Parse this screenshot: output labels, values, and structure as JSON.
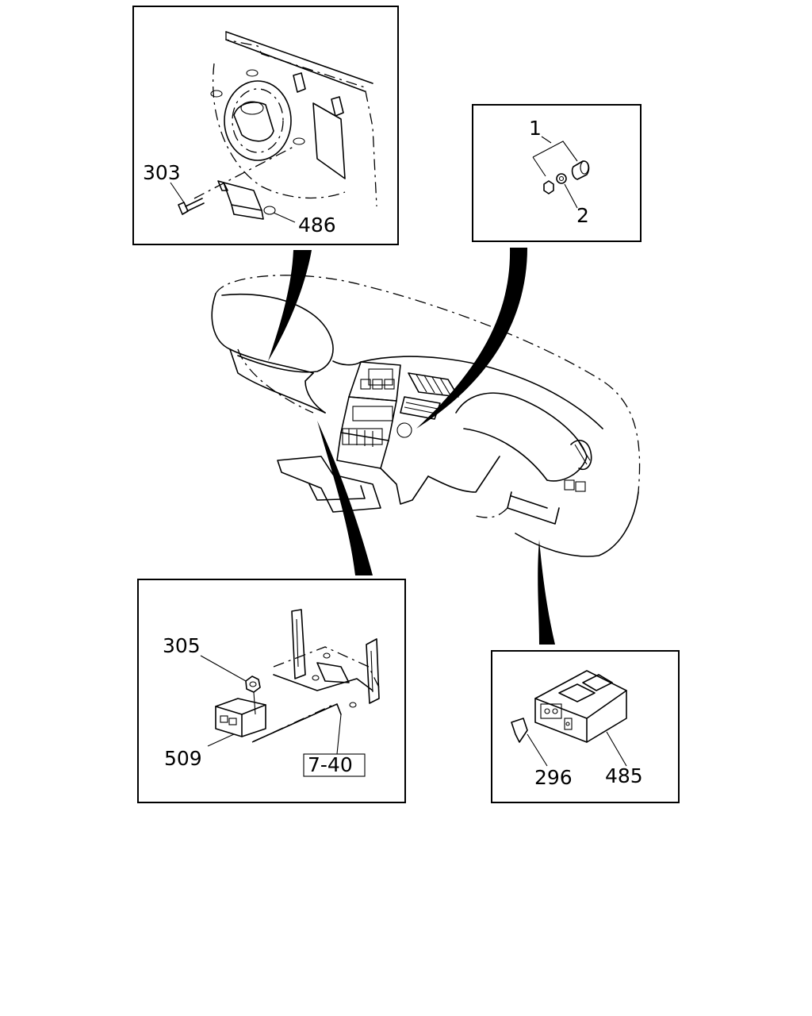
{
  "detail_top_left": {
    "labels": [
      "303",
      "486"
    ]
  },
  "detail_top_right": {
    "labels": [
      "1",
      "2"
    ]
  },
  "detail_bottom_left": {
    "labels": [
      "305",
      "509"
    ],
    "reference": "7-40"
  },
  "detail_bottom_right": {
    "labels": [
      "296",
      "485"
    ]
  }
}
